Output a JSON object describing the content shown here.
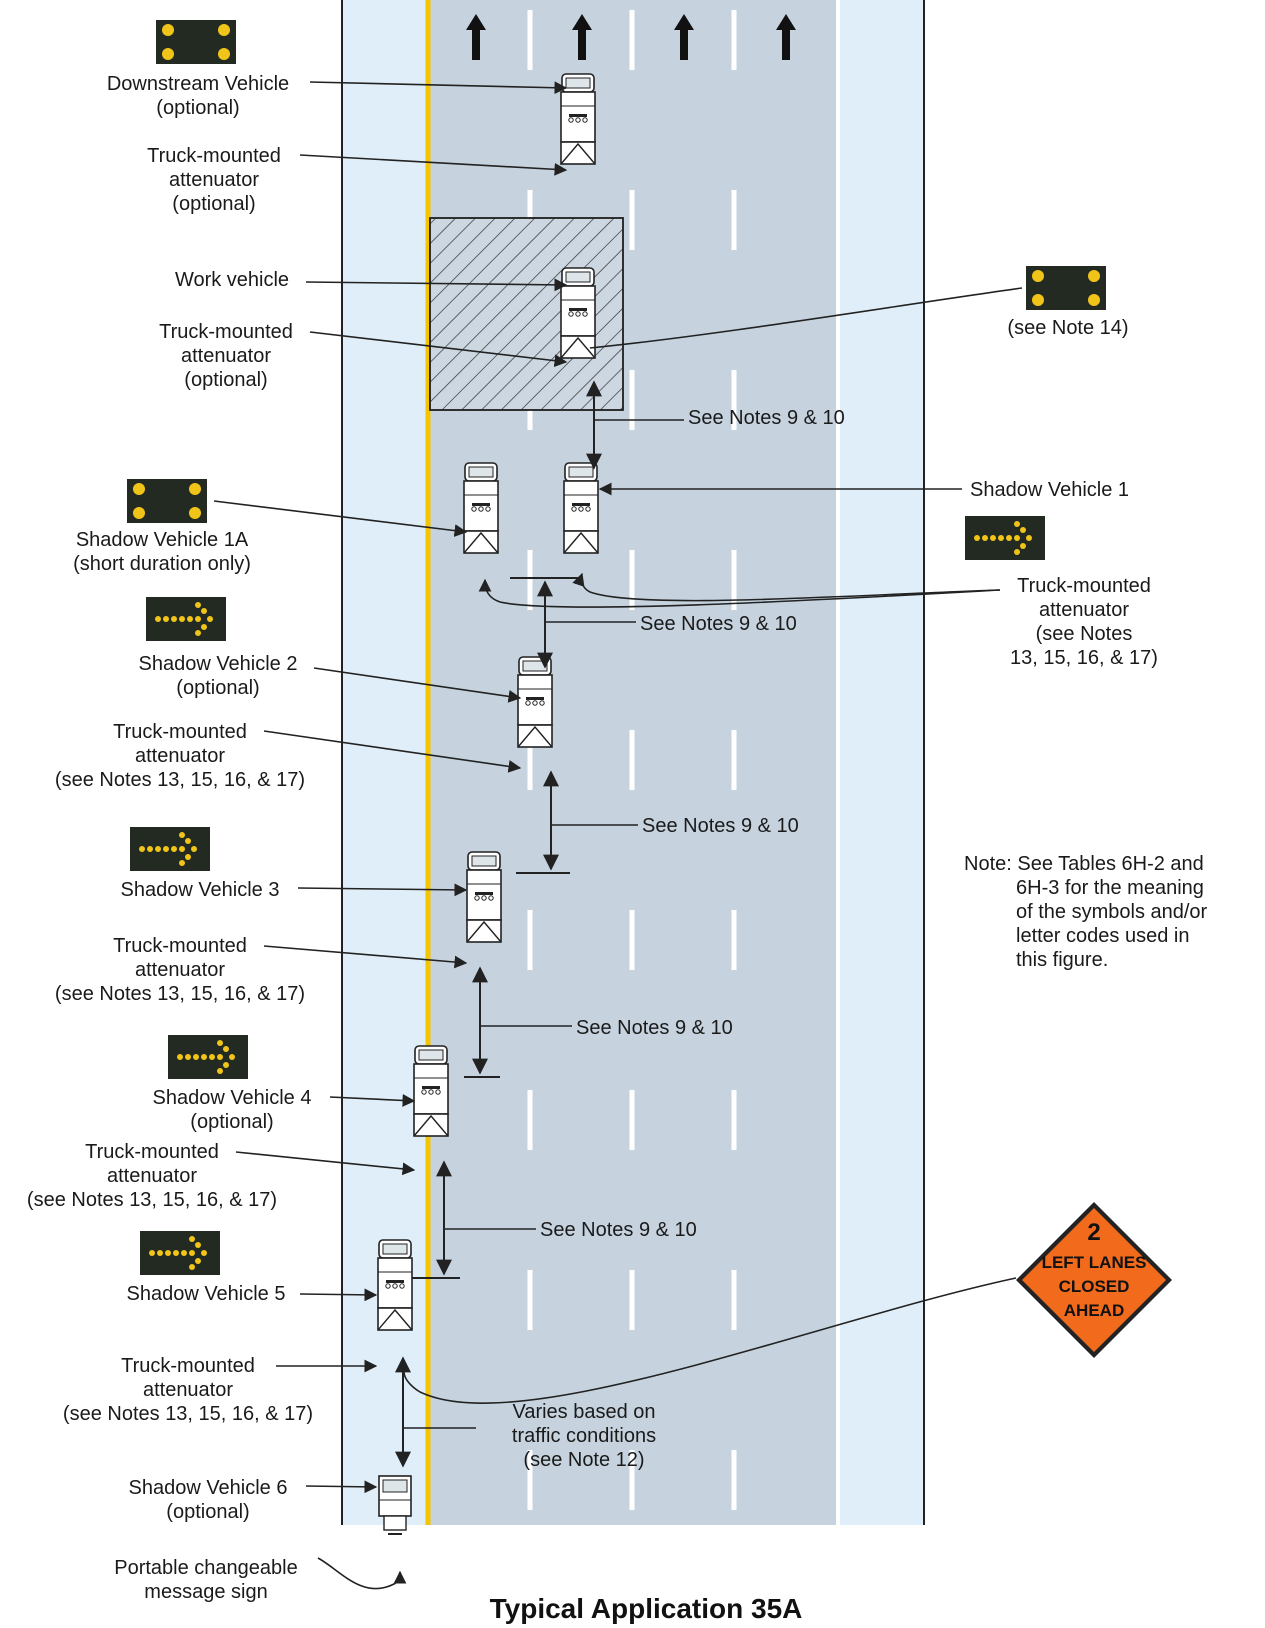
{
  "title": "Typical Application 35A",
  "labels": {
    "downstream_vehicle": [
      "Downstream Vehicle",
      "(optional)"
    ],
    "tma_optional_1": [
      "Truck-mounted",
      "attenuator",
      "(optional)"
    ],
    "work_vehicle": [
      "Work vehicle"
    ],
    "tma_optional_2": [
      "Truck-mounted",
      "attenuator",
      "(optional)"
    ],
    "see_note_14": [
      "(see Note 14)"
    ],
    "shadow_1a": [
      "Shadow Vehicle 1A",
      "(short duration only)"
    ],
    "shadow_1": [
      "Shadow Vehicle 1"
    ],
    "tma_shadow_1": [
      "Truck-mounted",
      "attenuator",
      "(see Notes",
      "13, 15, 16, & 17)"
    ],
    "shadow_2": [
      "Shadow Vehicle 2",
      "(optional)"
    ],
    "tma_shadow_2": [
      "Truck-mounted",
      "attenuator",
      "(see Notes 13, 15, 16, & 17)"
    ],
    "shadow_3": [
      "Shadow Vehicle 3"
    ],
    "tma_shadow_3": [
      "Truck-mounted",
      "attenuator",
      "(see Notes 13, 15, 16, & 17)"
    ],
    "shadow_4": [
      "Shadow Vehicle 4",
      "(optional)"
    ],
    "tma_shadow_4": [
      "Truck-mounted",
      "attenuator",
      "(see Notes 13, 15, 16, & 17)"
    ],
    "shadow_5": [
      "Shadow Vehicle 5"
    ],
    "tma_shadow_5": [
      "Truck-mounted",
      "attenuator",
      "(see Notes 13, 15, 16, & 17)"
    ],
    "varies": [
      "Varies based on",
      "traffic conditions",
      "(see Note 12)"
    ],
    "shadow_6": [
      "Shadow Vehicle 6",
      "(optional)"
    ],
    "pcms": [
      "Portable changeable",
      "message sign"
    ],
    "see_notes_9_10": "See Notes 9 & 10",
    "note": [
      "Note: See Tables 6H-2 and",
      "6H-3 for the meaning",
      "of the symbols and/or",
      "letter codes used in",
      "this figure."
    ]
  },
  "sign": {
    "number": "2",
    "lines": [
      "LEFT LANES",
      "CLOSED",
      "AHEAD"
    ],
    "color": "#f26a1b"
  },
  "colors": {
    "lane": "#c6d3df",
    "shoulder": "#dfeef8",
    "edge_yellow": "#f4c400",
    "panel": "#222a22",
    "lamp": "#f0c419"
  },
  "icons": [
    "arrow-up-icon",
    "flashing-warning-lights-icon",
    "arrow-board-icon",
    "truck-icon",
    "warning-sign-icon"
  ]
}
